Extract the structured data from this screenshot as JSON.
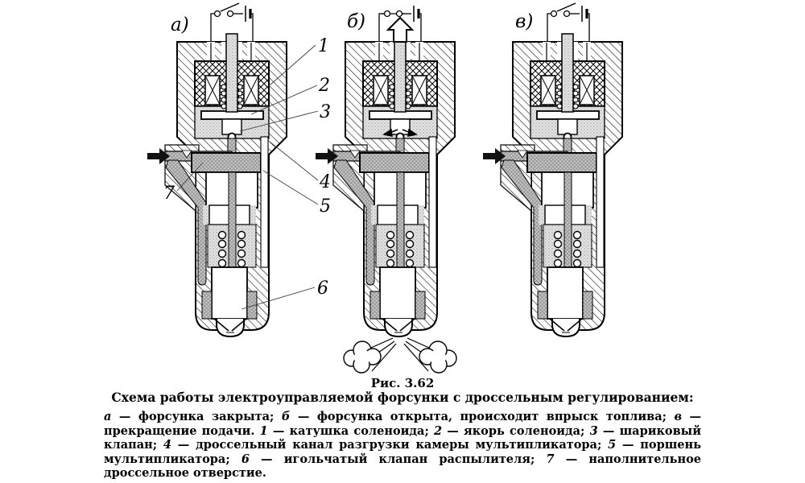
{
  "figure": {
    "number": "Рис. 3.62",
    "title": "Схема работы электроуправляемой форсунки с дроссельным регулированием:"
  },
  "panels": [
    {
      "label": "а)"
    },
    {
      "label": "б)"
    },
    {
      "label": "в)"
    }
  ],
  "callouts": [
    "1",
    "2",
    "3",
    "4",
    "5",
    "6",
    "7"
  ],
  "legend_runs": [
    {
      "t": "а",
      "em": true
    },
    {
      "t": " — форсунка закрыта; "
    },
    {
      "t": "б",
      "em": true
    },
    {
      "t": " — форсунка открыта, происходит впрыск топлива; "
    },
    {
      "t": "в",
      "em": true
    },
    {
      "t": " — прекращение подачи. "
    },
    {
      "t": "1",
      "em": true
    },
    {
      "t": " — катушка соленоида; "
    },
    {
      "t": "2",
      "em": true
    },
    {
      "t": " — якорь соленоида; "
    },
    {
      "t": "3",
      "em": true
    },
    {
      "t": " — шариковый клапан; "
    },
    {
      "t": "4",
      "em": true
    },
    {
      "t": " — дроссельный канал разгрузки камеры мультипликатора; "
    },
    {
      "t": "5",
      "em": true
    },
    {
      "t": " — поршень мультипликатора; "
    },
    {
      "t": "6",
      "em": true
    },
    {
      "t": " — игольчатый клапан распылителя; "
    },
    {
      "t": "7",
      "em": true
    },
    {
      "t": " — наполнительное дроссельное отверстие."
    }
  ],
  "colors": {
    "ink": "#000000",
    "background": "#ffffff",
    "metal_gray": "#c9c9c9",
    "chamber_gray": "#e3e3e3"
  }
}
